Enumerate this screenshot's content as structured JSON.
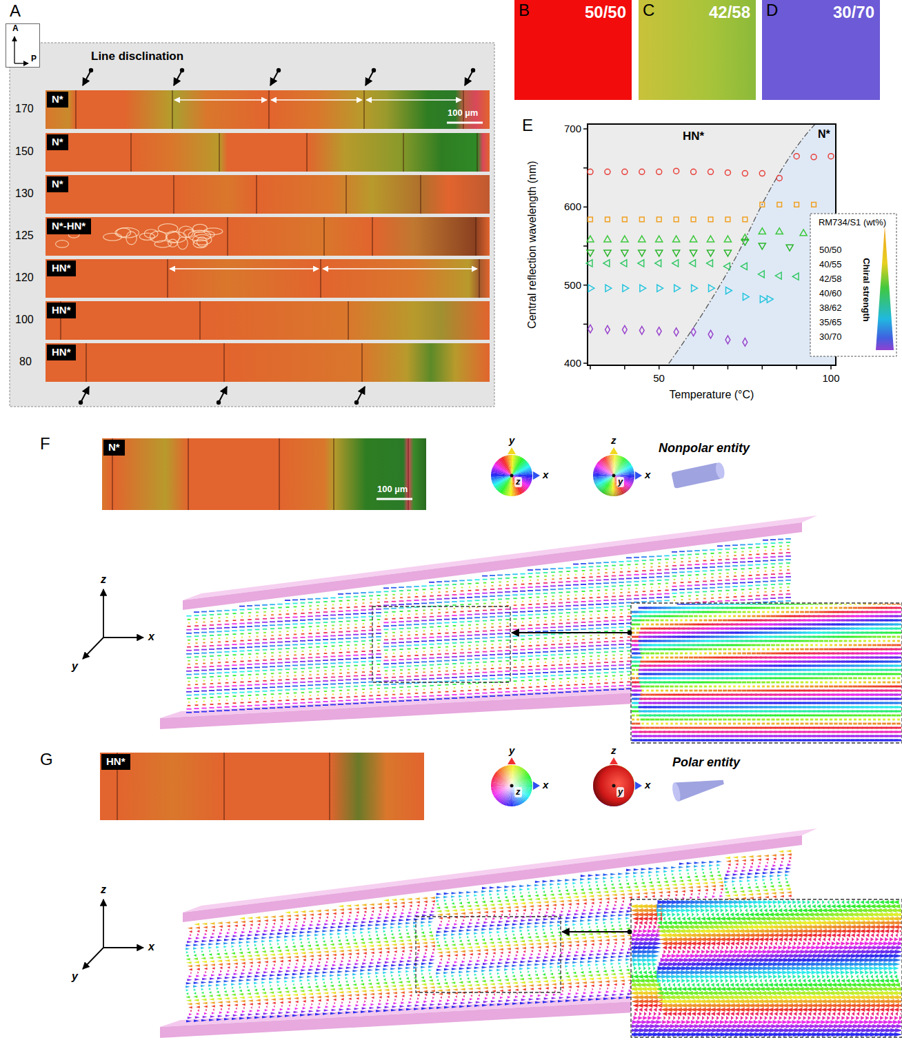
{
  "diagram": {
    "nodes": [
      {
        "text": [
          "A",
          "P"
        ]
      },
      {
        "text": [
          "N*"
        ]
      },
      {
        "text": [
          "N*"
        ]
      },
      {
        "text": [
          "N*"
        ]
      },
      {
        "text": [
          "N*-HN*"
        ]
      },
      {
        "text": [
          "HN*"
        ]
      },
      {
        "text": [
          "HN*"
        ]
      },
      {
        "text": [
          "HN*"
        ]
      },
      {
        "text": [
          "B",
          "50/50"
        ]
      },
      {
        "text": [
          "C",
          "42/58"
        ]
      },
      {
        "text": [
          "D",
          "30/70"
        ]
      },
      {
        "text": [
          "N*"
        ]
      },
      {
        "text": [
          "HN*"
        ]
      }
    ],
    "labels": [
      "A",
      "Line disclination",
      "170",
      "150",
      "130",
      "125",
      "120",
      "100",
      "80",
      "100 µm",
      "E",
      "HN*",
      "N*",
      "Central reflection wavelength (nm)",
      "700",
      "600",
      "500",
      "400",
      "50",
      "100",
      "Temperature (°C)",
      "RM734/S1 (wt%)",
      "Chiral strength",
      "F",
      "100 µm",
      "y",
      "x",
      "z",
      "z",
      "x",
      "y",
      "Nonpolar entity",
      "z",
      "x",
      "y",
      "G",
      "y",
      "x",
      "z",
      "z",
      "x",
      "y",
      "Polar entity",
      "z",
      "x",
      "y"
    ],
    "legend": [
      {
        "text": "50/50"
      },
      {
        "text": "40/55"
      },
      {
        "text": "42/58"
      },
      {
        "text": "40/60"
      },
      {
        "text": "38/62"
      },
      {
        "text": "35/65"
      },
      {
        "text": "30/70"
      }
    ]
  }
}
